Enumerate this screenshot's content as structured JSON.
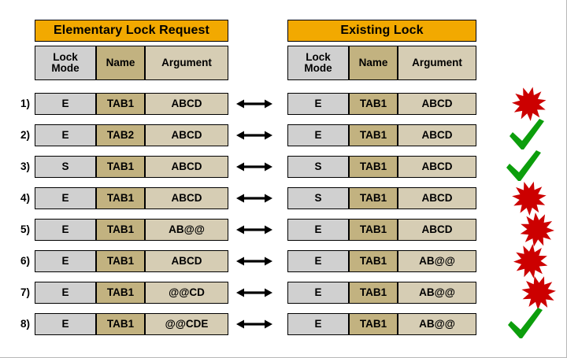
{
  "diagram": {
    "title_left": "Elementary Lock Request",
    "title_right": "Existing Lock",
    "columns": [
      "Lock\nMode",
      "Name",
      "Argument"
    ],
    "colors": {
      "banner": "#F2A900",
      "lock_mode": "#D0D0D0",
      "name": "#C2B280",
      "argument": "#D6CDB4",
      "compatible": "#0C9E0C",
      "conflict": "#CC0000",
      "border": "#000000"
    },
    "legend_icons": {
      "compatible": "check-icon",
      "conflict": "burst-icon",
      "relation": "double-arrow-icon"
    },
    "rows": [
      {
        "index": "1)",
        "request": {
          "mode": "E",
          "name": "TAB1",
          "argument": "ABCD"
        },
        "existing": {
          "mode": "E",
          "name": "TAB1",
          "argument": "ABCD"
        },
        "result": "conflict"
      },
      {
        "index": "2)",
        "request": {
          "mode": "E",
          "name": "TAB2",
          "argument": "ABCD"
        },
        "existing": {
          "mode": "E",
          "name": "TAB1",
          "argument": "ABCD"
        },
        "result": "compatible"
      },
      {
        "index": "3)",
        "request": {
          "mode": "S",
          "name": "TAB1",
          "argument": "ABCD"
        },
        "existing": {
          "mode": "S",
          "name": "TAB1",
          "argument": "ABCD"
        },
        "result": "compatible"
      },
      {
        "index": "4)",
        "request": {
          "mode": "E",
          "name": "TAB1",
          "argument": "ABCD"
        },
        "existing": {
          "mode": "S",
          "name": "TAB1",
          "argument": "ABCD"
        },
        "result": "conflict"
      },
      {
        "index": "5)",
        "request": {
          "mode": "E",
          "name": "TAB1",
          "argument": "AB@@"
        },
        "existing": {
          "mode": "E",
          "name": "TAB1",
          "argument": "ABCD"
        },
        "result": "conflict"
      },
      {
        "index": "6)",
        "request": {
          "mode": "E",
          "name": "TAB1",
          "argument": "ABCD"
        },
        "existing": {
          "mode": "E",
          "name": "TAB1",
          "argument": "AB@@"
        },
        "result": "conflict"
      },
      {
        "index": "7)",
        "request": {
          "mode": "E",
          "name": "TAB1",
          "argument": "@@CD"
        },
        "existing": {
          "mode": "E",
          "name": "TAB1",
          "argument": "AB@@"
        },
        "result": "conflict"
      },
      {
        "index": "8)",
        "request": {
          "mode": "E",
          "name": "TAB1",
          "argument": "@@CDE"
        },
        "existing": {
          "mode": "E",
          "name": "TAB1",
          "argument": "AB@@"
        },
        "result": "compatible"
      }
    ]
  }
}
